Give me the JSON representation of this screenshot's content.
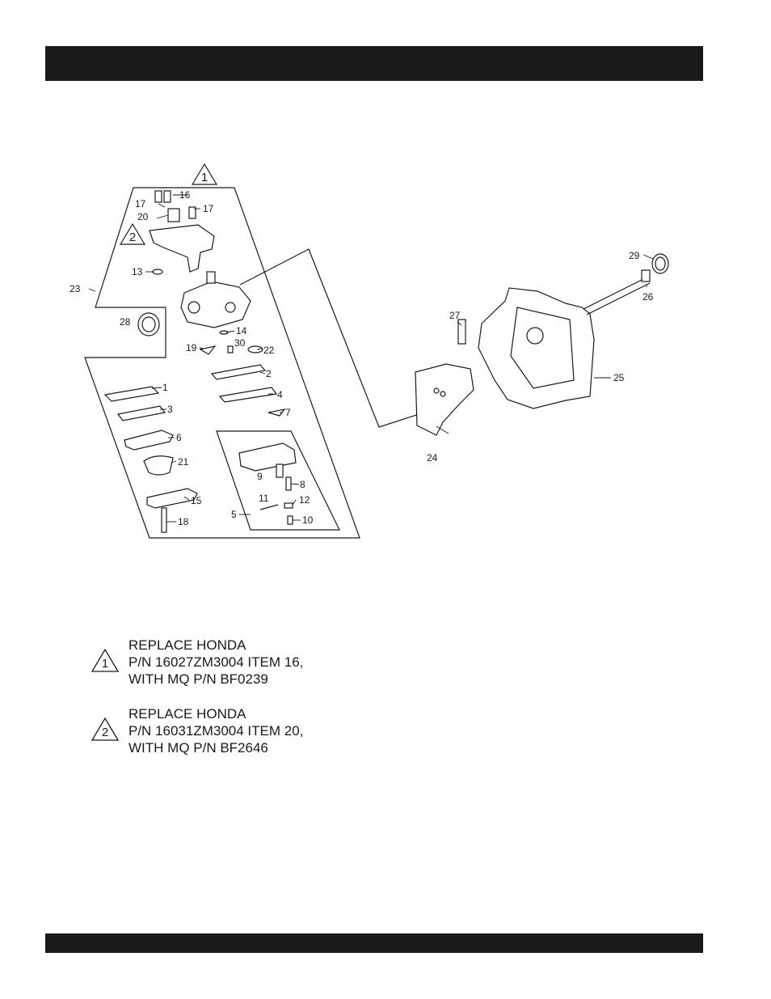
{
  "diagram": {
    "callouts": [
      "1",
      "2",
      "3",
      "4",
      "5",
      "6",
      "7",
      "8",
      "9",
      "10",
      "11",
      "12",
      "13",
      "14",
      "15",
      "16",
      "17",
      "17",
      "18",
      "19",
      "20",
      "21",
      "22",
      "23",
      "24",
      "25",
      "26",
      "27",
      "28",
      "29",
      "30"
    ],
    "markers": [
      "1",
      "2"
    ]
  },
  "notes": [
    {
      "marker": "1",
      "lines": [
        "REPLACE HONDA",
        "P/N 16027ZM3004 ITEM 16,",
        "WITH MQ P/N BF0239"
      ]
    },
    {
      "marker": "2",
      "lines": [
        "REPLACE HONDA",
        "P/N 16031ZM3004 ITEM 20,",
        "WITH MQ P/N BF2646"
      ]
    }
  ]
}
